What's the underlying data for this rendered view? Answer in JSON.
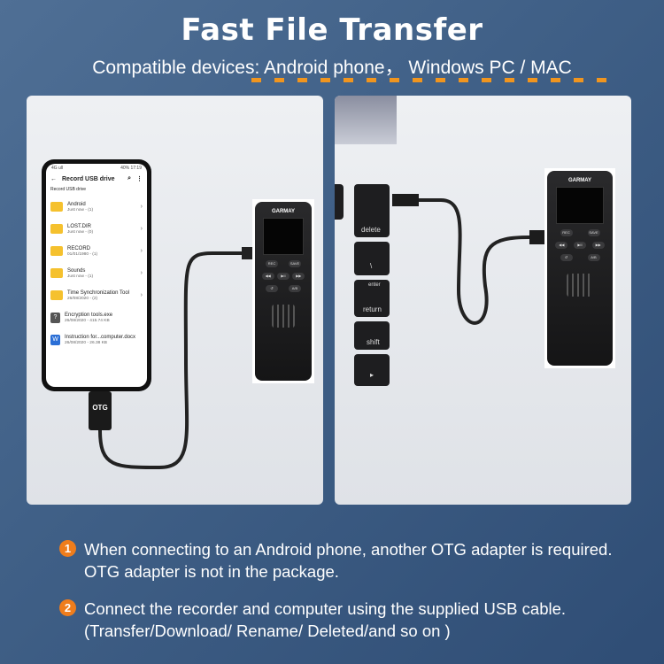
{
  "header": {
    "title": "Fast File Transfer",
    "subtitle": "Compatible devices: Android phone， Windows PC / MAC"
  },
  "phone": {
    "status_left": "4G ull",
    "status_right": "40% 17:19",
    "app_title": "Record USB drive",
    "breadcrumb": "Record USB drive",
    "files": [
      {
        "name": "Android",
        "meta": "Just now - (1)",
        "type": "folder"
      },
      {
        "name": "LOST.DIR",
        "meta": "Just now - (0)",
        "type": "folder"
      },
      {
        "name": "RECORD",
        "meta": "01/01/1980 - (1)",
        "type": "folder"
      },
      {
        "name": "Sounds",
        "meta": "Just now - (1)",
        "type": "folder"
      },
      {
        "name": "Time Synchronization Tool",
        "meta": "26/08/2020 - (2)",
        "type": "folder"
      },
      {
        "name": "Encryption tools.exe",
        "meta": "26/08/2020 - 415.74 KB",
        "type": "exe"
      },
      {
        "name": "Instruction for...computer.docx",
        "meta": "26/08/2020 - 26.38 KB",
        "type": "docx"
      }
    ]
  },
  "otg_label": "OTG",
  "recorder": {
    "brand": "GARMAY",
    "buttons": [
      "REC",
      "SAVE",
      "◀◀",
      "▶II",
      "▶▶",
      "↺",
      "A/B"
    ]
  },
  "keyboard": {
    "keys": [
      "delete",
      "\\",
      "enter",
      "return",
      "shift",
      "▸"
    ]
  },
  "notes": [
    {
      "number": "1",
      "text": "When connecting to an Android phone, another OTG adapter is required. OTG adapter is not in the package."
    },
    {
      "number": "2",
      "text": "Connect the recorder and computer using the supplied USB cable.(Transfer/Download/ Rename/ Deleted/and so on )"
    }
  ],
  "colors": {
    "accent": "#ef7d1c",
    "background": "#3f5f86"
  }
}
